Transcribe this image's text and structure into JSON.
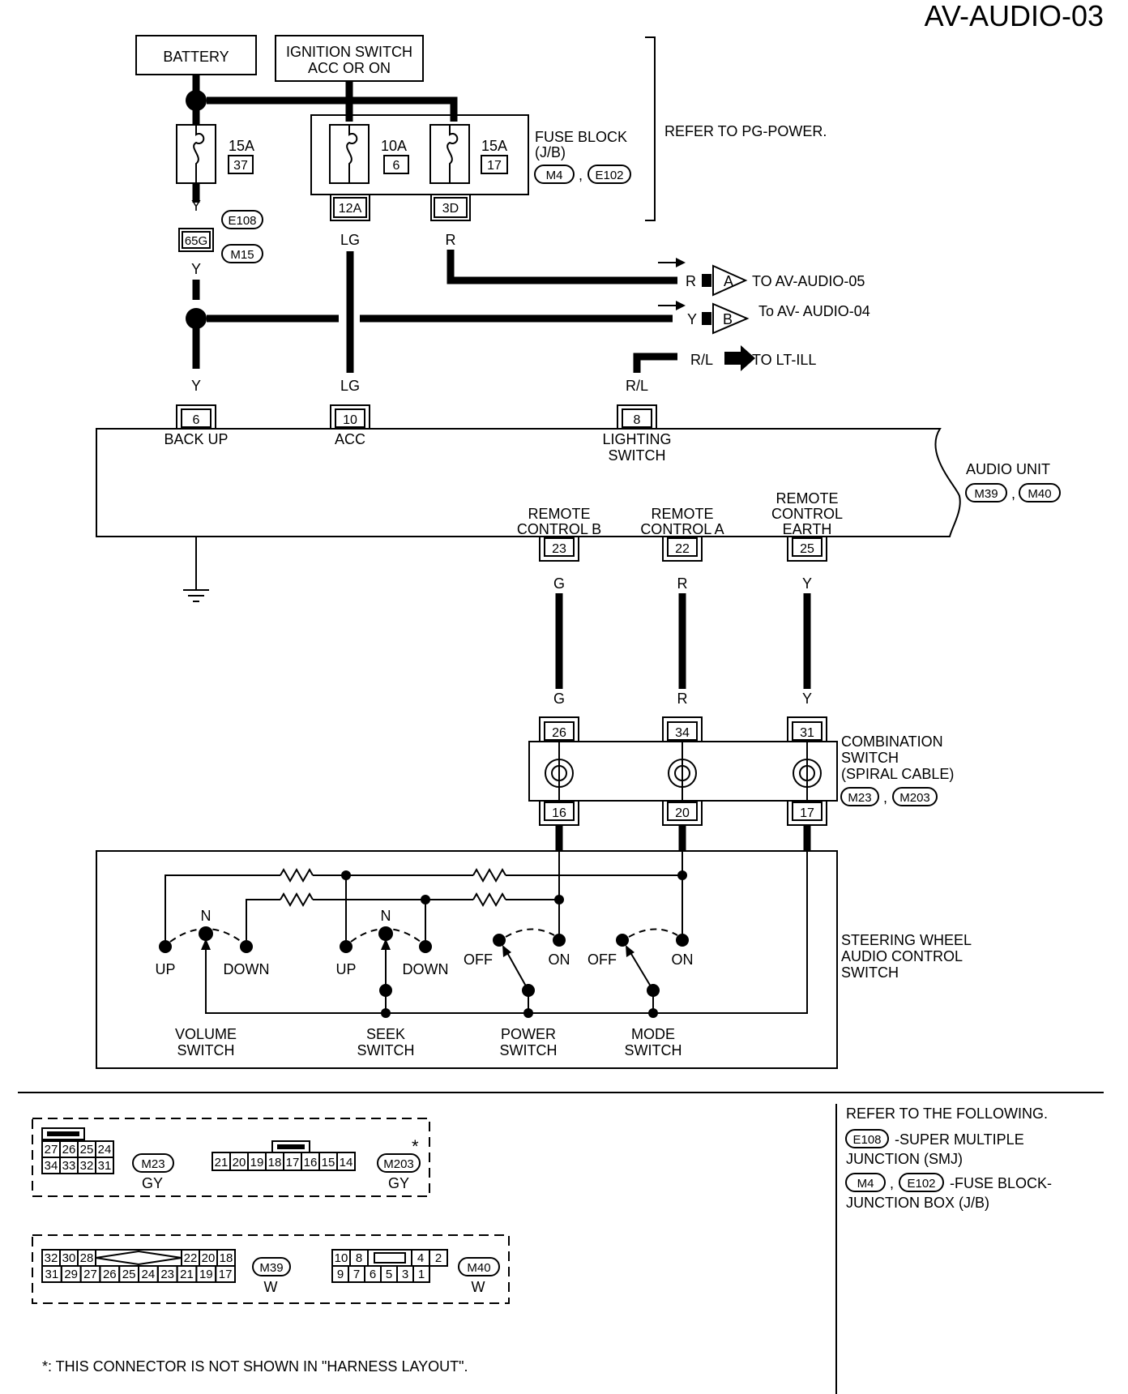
{
  "title": "AV-AUDIO-03",
  "power": {
    "battery": "BATTERY",
    "ignition_line1": "IGNITION SWITCH",
    "ignition_line2": "ACC OR ON",
    "fuse_block_line1": "FUSE BLOCK",
    "fuse_block_line2": "(J/B)",
    "fuse_block_conn1": "M4",
    "fuse_block_conn2": "E102",
    "refer_pg": "REFER TO PG-POWER.",
    "fuses": [
      {
        "amp": "15A",
        "num": "37"
      },
      {
        "amp": "10A",
        "num": "6"
      },
      {
        "amp": "15A",
        "num": "17"
      }
    ],
    "fuse_out_pins": [
      "12A",
      "3D"
    ],
    "smj_pin": "65G",
    "smj_conn1": "E108",
    "smj_conn2": "M15"
  },
  "wires": {
    "y": "Y",
    "lg": "LG",
    "r": "R",
    "rl": "R/L",
    "g": "G"
  },
  "refs": {
    "a_letter": "A",
    "a_text": "TO AV-AUDIO-05",
    "b_letter": "B",
    "b_text": "To AV- AUDIO-04",
    "lt_text": "TO LT-ILL"
  },
  "audio_unit": {
    "name": "AUDIO UNIT",
    "conn1": "M39",
    "conn2": "M40",
    "pins": [
      {
        "num": "6",
        "label1": "BACK UP",
        "label2": ""
      },
      {
        "num": "10",
        "label1": "ACC",
        "label2": ""
      },
      {
        "num": "8",
        "label1": "LIGHTING",
        "label2": "SWITCH"
      }
    ],
    "bottom_pins": [
      {
        "num": "23",
        "label1": "REMOTE",
        "label2": "CONTROL B",
        "label3": ""
      },
      {
        "num": "22",
        "label1": "REMOTE",
        "label2": "CONTROL A",
        "label3": ""
      },
      {
        "num": "25",
        "label1": "REMOTE",
        "label2": "CONTROL",
        "label3": "EARTH"
      }
    ]
  },
  "combo_switch": {
    "line1": "COMBINATION",
    "line2": "SWITCH",
    "line3": "(SPIRAL CABLE)",
    "conn1": "M23",
    "conn2": "M203",
    "top_pins": [
      "26",
      "34",
      "31"
    ],
    "bottom_pins": [
      "16",
      "20",
      "17"
    ]
  },
  "steering": {
    "line1": "STEERING WHEEL",
    "line2": "AUDIO CONTROL",
    "line3": "SWITCH",
    "n": "N",
    "up": "UP",
    "down": "DOWN",
    "off": "OFF",
    "on": "ON",
    "volume1": "VOLUME",
    "volume2": "SWITCH",
    "seek1": "SEEK",
    "seek2": "SWITCH",
    "power1": "POWER",
    "power2": "SWITCH",
    "mode1": "MODE",
    "mode2": "SWITCH"
  },
  "connectors": {
    "m23_top": [
      "27",
      "26",
      "25",
      "24"
    ],
    "m23_bottom": [
      "34",
      "33",
      "32",
      "31"
    ],
    "m23_tag": "M23",
    "m23_color": "GY",
    "m203_row": [
      "21",
      "20",
      "19",
      "18",
      "17",
      "16",
      "15",
      "14"
    ],
    "m203_tag": "M203",
    "m203_color": "GY",
    "star": "*",
    "m39_top_left": [
      "32",
      "30",
      "28"
    ],
    "m39_top_right": [
      "22",
      "20",
      "18"
    ],
    "m39_bottom": [
      "31",
      "29",
      "27",
      "26",
      "25",
      "24",
      "23",
      "21",
      "19",
      "17"
    ],
    "m39_tag": "M39",
    "m39_color": "W",
    "m40_top_left": [
      "10",
      "8"
    ],
    "m40_top_right": [
      "4",
      "2"
    ],
    "m40_bottom": [
      "9",
      "7",
      "6",
      "5",
      "3",
      "1"
    ],
    "m40_tag": "M40",
    "m40_color": "W"
  },
  "legend": {
    "refer": "REFER TO THE FOLLOWING.",
    "e108": "E108",
    "smj1": "-SUPER MULTIPLE",
    "smj2": "JUNCTION (SMJ)",
    "m4": "M4",
    "e102": "E102",
    "fb1": "-FUSE BLOCK-",
    "fb2": "JUNCTION BOX (J/B)"
  },
  "footnote": "*: THIS CONNECTOR IS NOT SHOWN IN \"HARNESS LAYOUT\"."
}
